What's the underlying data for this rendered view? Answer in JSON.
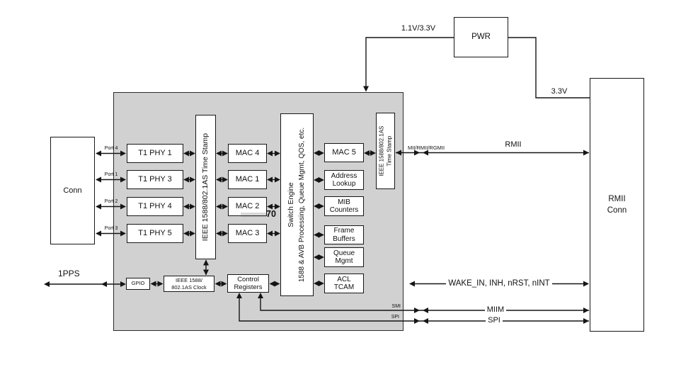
{
  "external": {
    "conn": "Conn",
    "ports": [
      "Port 4",
      "Port 1",
      "Port 2",
      "Port 3"
    ],
    "pps": "1PPS",
    "pwr": "PWR",
    "rail_left": "1.1V/3.3V",
    "rail_right": "3.3V",
    "rmii_conn": [
      "RMII",
      "Conn"
    ],
    "mii_modes": "MII/RMII/RGMII",
    "rmii_bus": "RMII",
    "wake_signals": "WAKE_IN, INH, nRST, nINT",
    "miim_bus": "MIIM",
    "spi_bus": "SPI"
  },
  "chip": {
    "phys": [
      "T1 PHY 1",
      "T1 PHY 3",
      "T1 PHY 4",
      "T1 PHY 5"
    ],
    "macs": [
      "MAC 4",
      "MAC 1",
      "MAC 2",
      "MAC 3"
    ],
    "ts1": "IEEE 1588/802.1AS Time Stamp",
    "engine": [
      "Switch Engine",
      "1588 & AVB Processing, Queue Mgmt, QOS, etc."
    ],
    "mac5": "MAC 5",
    "addr": [
      "Address",
      "Lookup"
    ],
    "mib": [
      "MIB",
      "Counters"
    ],
    "frame": [
      "Frame",
      "Buffers"
    ],
    "queue": [
      "Queue",
      "Mgmt"
    ],
    "acl": [
      "ACL",
      "TCAM"
    ],
    "ts2": [
      "IEEE 1588/802.1AS",
      "Time Stamp"
    ],
    "gpio": "GPIO",
    "clock": [
      "IEEE 1588/",
      "802.1AS Clock"
    ],
    "ctrl": [
      "Control",
      "Registers"
    ],
    "smi_pin": "SMI",
    "spi_pin": "SPI",
    "watermark": "70"
  },
  "colors": {
    "chip_bg": "#d1d1d1",
    "wire": "#151515",
    "block_bg": "#ffffff"
  }
}
